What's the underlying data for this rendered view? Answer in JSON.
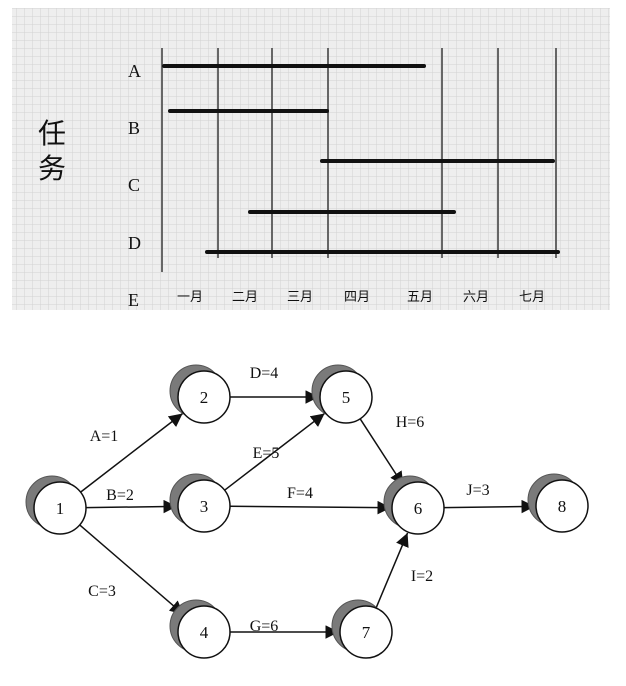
{
  "gantt": {
    "y_title": "任务",
    "rows": [
      "A",
      "B",
      "C",
      "D",
      "E"
    ],
    "months": [
      "一月",
      "二月",
      "三月",
      "四月",
      "五月",
      "六月",
      "七月"
    ]
  },
  "network": {
    "nodes": [
      {
        "id": "1",
        "label": "1"
      },
      {
        "id": "2",
        "label": "2"
      },
      {
        "id": "3",
        "label": "3"
      },
      {
        "id": "4",
        "label": "4"
      },
      {
        "id": "5",
        "label": "5"
      },
      {
        "id": "6",
        "label": "6"
      },
      {
        "id": "7",
        "label": "7"
      },
      {
        "id": "8",
        "label": "8"
      }
    ],
    "edges": [
      {
        "from": "1",
        "to": "2",
        "label": "A=1"
      },
      {
        "from": "1",
        "to": "3",
        "label": "B=2"
      },
      {
        "from": "1",
        "to": "4",
        "label": "C=3"
      },
      {
        "from": "2",
        "to": "5",
        "label": "D=4"
      },
      {
        "from": "3",
        "to": "5",
        "label": "E=5"
      },
      {
        "from": "3",
        "to": "6",
        "label": "F=4"
      },
      {
        "from": "4",
        "to": "7",
        "label": "G=6"
      },
      {
        "from": "5",
        "to": "6",
        "label": "H=6"
      },
      {
        "from": "7",
        "to": "6",
        "label": "I=2"
      },
      {
        "from": "6",
        "to": "8",
        "label": "J=3"
      }
    ]
  }
}
